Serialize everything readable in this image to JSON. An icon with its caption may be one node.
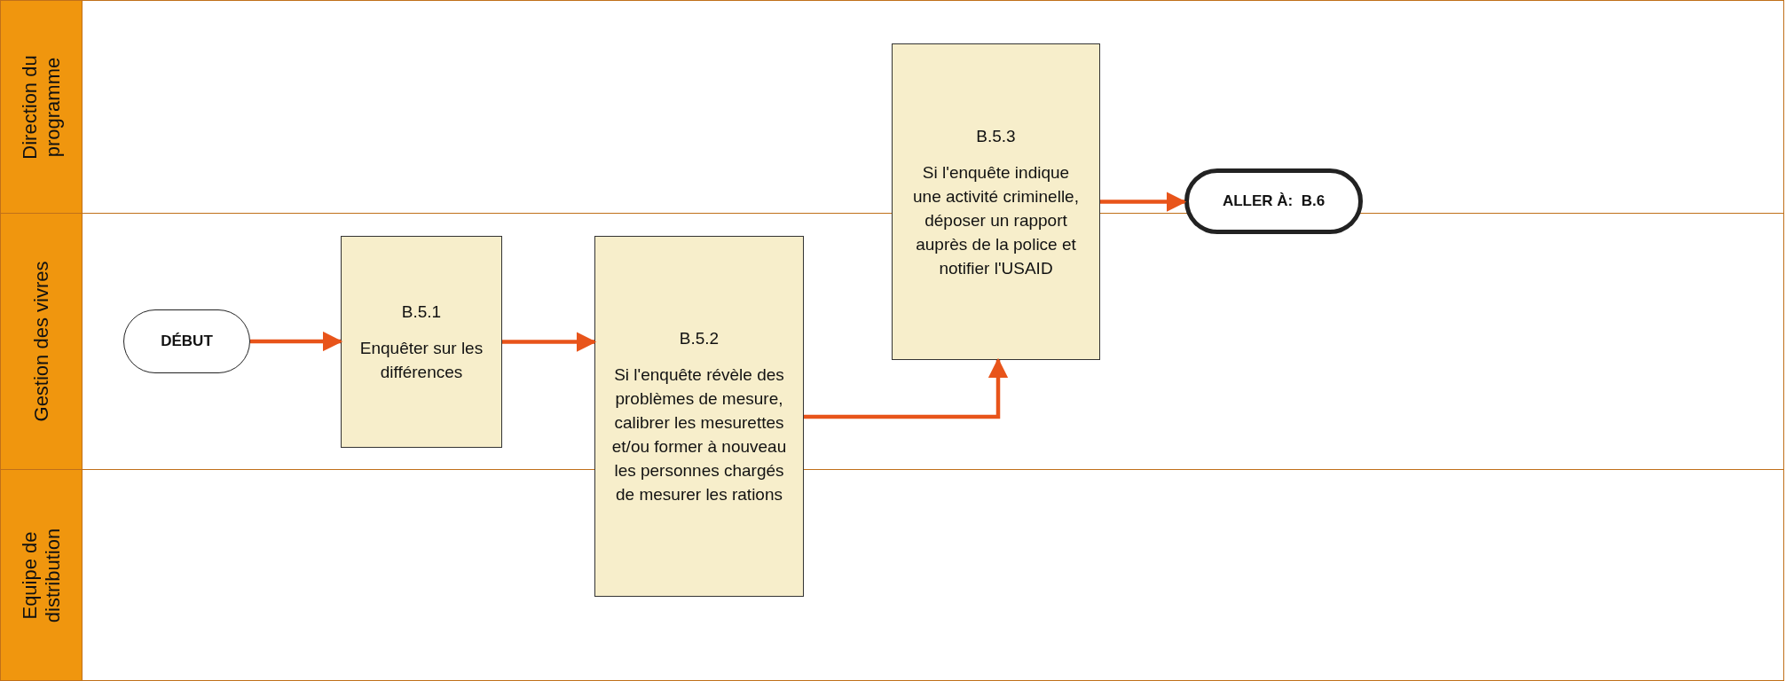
{
  "diagram": {
    "nodes": [
      {
        "text": [
          "Direction du programme"
        ]
      },
      {
        "text": [
          "Gestion des vivres"
        ]
      },
      {
        "text": [
          "Equipe de distribution"
        ]
      },
      {
        "text": [
          "DÉBUT"
        ]
      },
      {
        "text": [
          "B.5.1",
          "Enquêter sur les différences"
        ]
      },
      {
        "text": [
          "B.5.2",
          "Si l'enquête révèle des problèmes de mesure, calibrer les mesurettes et/ou former à nouveau les personnes chargés de mesurer les rations"
        ]
      },
      {
        "text": [
          "B.5.3",
          "Si l'enquête indique une activité criminelle, déposer un rapport auprès de la police et notifier l'USAID"
        ]
      },
      {
        "text": [
          "ALLER À:  B.6"
        ]
      }
    ],
    "edges": [
      {
        "from": 3,
        "to": 4,
        "arrow": "to"
      },
      {
        "from": 4,
        "to": 5,
        "arrow": "to"
      },
      {
        "from": 5,
        "to": 6,
        "arrow": "to"
      },
      {
        "from": 6,
        "to": 7,
        "arrow": "to"
      }
    ]
  }
}
